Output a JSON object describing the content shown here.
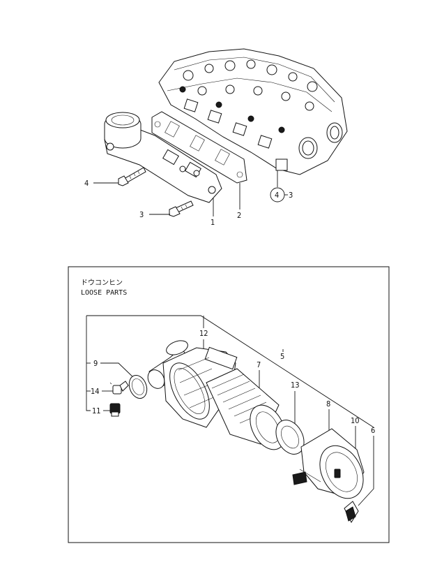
{
  "loose_parts": {
    "label_jp": "ドウコンヒン",
    "label_en": "LOOSE PARTS"
  },
  "callouts": {
    "c1": "1",
    "c2": "2",
    "c3": "3",
    "c4": "4",
    "c4_3_circle": "4",
    "c4_3_suffix": "3",
    "c5": "5",
    "c6": "6",
    "c7": "7",
    "c8": "8",
    "c9": "9",
    "c10": "10",
    "c11": "11",
    "c12": "12",
    "c13": "13",
    "c14": "14"
  }
}
